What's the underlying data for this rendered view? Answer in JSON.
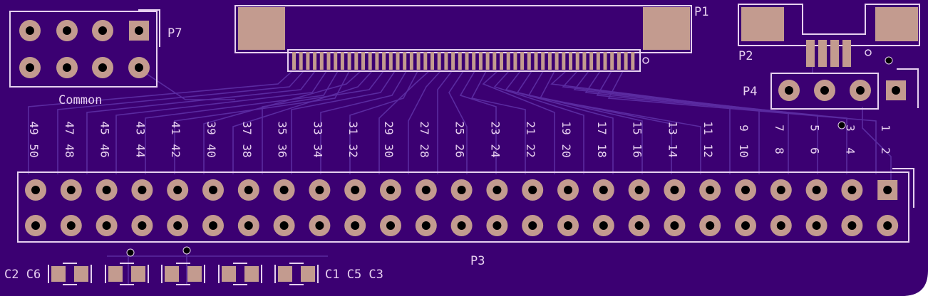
{
  "colors": {
    "board": "#3b0072",
    "trace": "#5a2aa0",
    "silkscreen": "#e8d0f0",
    "copper": "#c39b8f",
    "hole": "#000000"
  },
  "refs": {
    "p1": "P1",
    "p2": "P2",
    "p3": "P3",
    "p4": "P4",
    "p7": "P7",
    "common": "Common",
    "caps_left": "C2 C6",
    "caps_right": "C1 C5 C3"
  },
  "p3_top_labels": [
    "49",
    "47",
    "45",
    "43",
    "41",
    "39",
    "37",
    "35",
    "33",
    "31",
    "29",
    "27",
    "25",
    "23",
    "21",
    "19",
    "17",
    "15",
    "13",
    "11",
    "9",
    "7",
    "5",
    "3",
    "1"
  ],
  "p3_bottom_labels": [
    "50",
    "48",
    "46",
    "44",
    "42",
    "40",
    "38",
    "36",
    "34",
    "32",
    "30",
    "28",
    "26",
    "24",
    "22",
    "20",
    "18",
    "16",
    "14",
    "12",
    "10",
    "8",
    "6",
    "4",
    "2"
  ]
}
